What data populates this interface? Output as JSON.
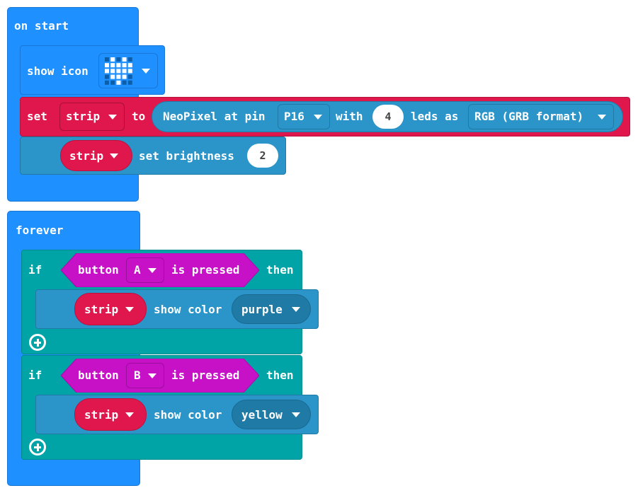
{
  "on_start": {
    "label": "on start",
    "show_icon": {
      "label": "show icon",
      "icon": "heart-icon"
    },
    "set_strip": {
      "set": "set",
      "var": "strip",
      "to": "to",
      "neopixel": "NeoPixel at pin",
      "pin": "P16",
      "with": "with",
      "leds_count": "4",
      "leds_as": "leds as",
      "mode": "RGB (GRB format)"
    },
    "brightness": {
      "var": "strip",
      "label": "set brightness",
      "value": "2"
    }
  },
  "forever": {
    "label": "forever",
    "if1": {
      "if": "if",
      "button": "button",
      "button_name": "A",
      "is_pressed": "is pressed",
      "then": "then",
      "var": "strip",
      "show_color": "show color",
      "color": "purple"
    },
    "if2": {
      "if": "if",
      "button": "button",
      "button_name": "B",
      "is_pressed": "is pressed",
      "then": "then",
      "var": "strip",
      "show_color": "show color",
      "color": "yellow"
    }
  }
}
